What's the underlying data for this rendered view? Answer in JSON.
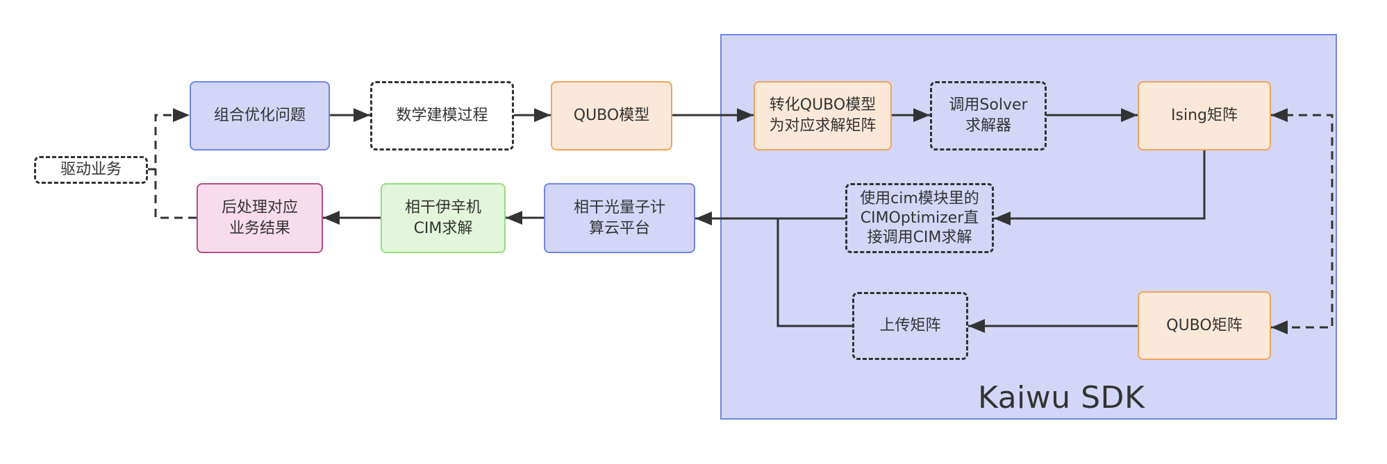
{
  "diagram": {
    "container": {
      "title": "Kaiwu SDK",
      "fill": "#d3d6f7",
      "stroke": "#6f86e3"
    },
    "colors": {
      "blue_fill": "#d3d6f7",
      "blue_stroke": "#6f86e3",
      "orange_fill": "#fbe8d8",
      "orange_stroke": "#f0a45a",
      "green_fill": "#e3f5da",
      "green_stroke": "#95dd7a",
      "pink_fill": "#f8dcec",
      "pink_stroke": "#b34d86",
      "line": "#333333"
    },
    "nodes": {
      "drive_business": "驱动业务",
      "combinatorial_problem": "组合优化问题",
      "math_modeling": "数学建模过程",
      "qubo_model": "QUBO模型",
      "convert_qubo": "转化QUBO模型\n为对应求解矩阵",
      "call_solver": "调用Solver\n求解器",
      "ising_matrix": "Ising矩阵",
      "cim_optimizer": "使用cim模块里的\nCIMOptimizer直\n接调用CIM求解",
      "upload_matrix": "上传矩阵",
      "qubo_matrix": "QUBO矩阵",
      "cloud_platform": "相干光量子计\n算云平台",
      "cim_solve": "相干伊辛机\nCIM求解",
      "post_process": "后处理对应\n业务结果"
    },
    "edges": [
      {
        "from": "drive_business",
        "to": "combinatorial_problem",
        "style": "dashed"
      },
      {
        "from": "combinatorial_problem",
        "to": "math_modeling",
        "style": "solid"
      },
      {
        "from": "math_modeling",
        "to": "qubo_model",
        "style": "solid"
      },
      {
        "from": "qubo_model",
        "to": "convert_qubo",
        "style": "solid"
      },
      {
        "from": "convert_qubo",
        "to": "call_solver",
        "style": "solid"
      },
      {
        "from": "call_solver",
        "to": "ising_matrix",
        "style": "solid"
      },
      {
        "from": "ising_matrix",
        "to": "cim_optimizer",
        "style": "solid"
      },
      {
        "from": "cim_optimizer",
        "to": "cloud_platform",
        "style": "solid"
      },
      {
        "from": "qubo_matrix",
        "to": "upload_matrix",
        "style": "solid"
      },
      {
        "from": "upload_matrix",
        "to": "cloud_platform",
        "style": "solid"
      },
      {
        "from": "ising_matrix",
        "to": "qubo_matrix",
        "style": "dashed-bidirectional"
      },
      {
        "from": "cloud_platform",
        "to": "cim_solve",
        "style": "solid"
      },
      {
        "from": "cim_solve",
        "to": "post_process",
        "style": "solid"
      },
      {
        "from": "post_process",
        "to": "drive_business",
        "style": "dashed"
      }
    ]
  }
}
